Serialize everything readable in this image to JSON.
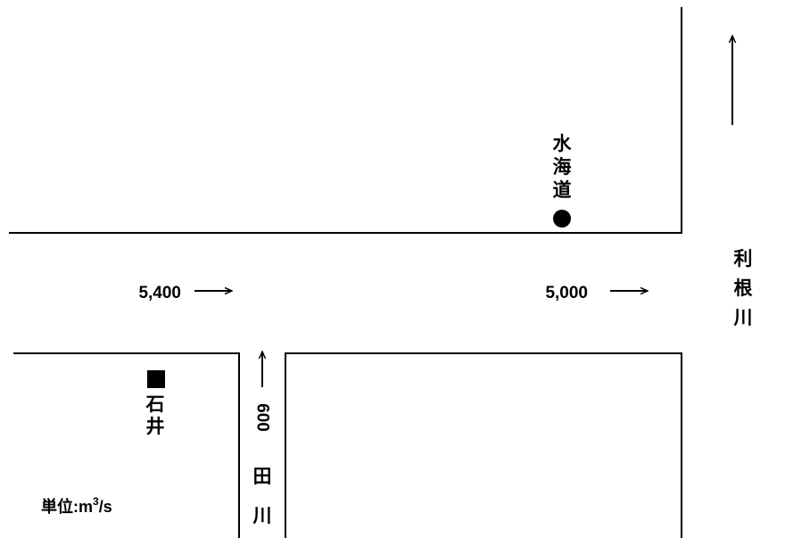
{
  "rivers": {
    "main": {
      "name": "利根川",
      "name_chars": [
        "利",
        "根",
        "川"
      ]
    },
    "tributary": {
      "name": "田川",
      "name_chars": [
        "田",
        "川"
      ]
    }
  },
  "flows": {
    "upstream": "5,400",
    "downstream": "5,000",
    "tributary": "600"
  },
  "stations": {
    "suikaido": {
      "name": "水海道",
      "name_chars": [
        "水",
        "海",
        "道"
      ],
      "marker": "filled-circle"
    },
    "ishii": {
      "name": "石井",
      "name_chars": [
        "石",
        "井"
      ],
      "marker": "filled-square"
    }
  },
  "unit": {
    "prefix": "単位:m",
    "exponent": "3",
    "suffix": "/s"
  },
  "colors": {
    "line": "#000000",
    "background": "#ffffff"
  }
}
